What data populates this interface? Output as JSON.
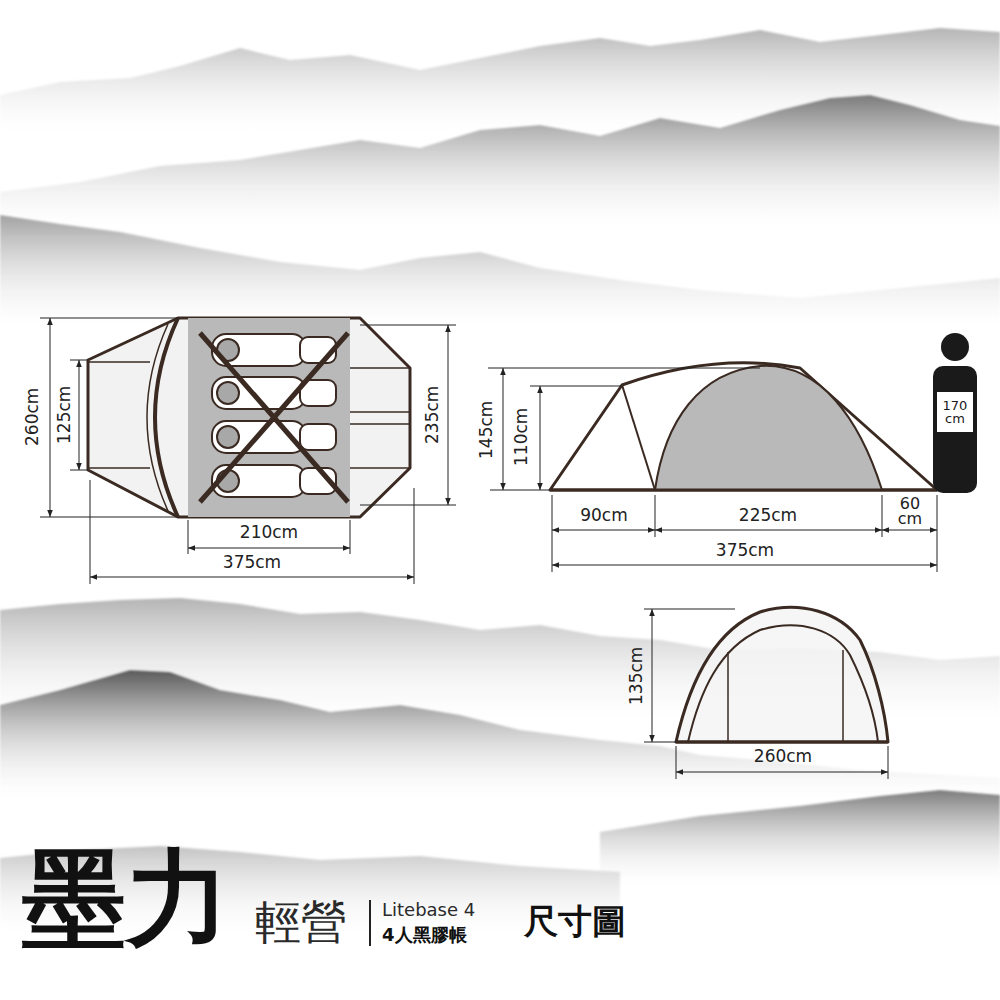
{
  "diagram": {
    "labels": [
      "260cm",
      "125cm",
      "235cm",
      "210cm",
      "375cm",
      "145cm",
      "110cm",
      "90cm",
      "225cm",
      "60 cm",
      "375cm",
      "170 cm",
      "135cm",
      "260cm",
      "墨力",
      "輕營",
      "Litebase 4",
      "4人黑膠帳",
      "尺寸圖"
    ]
  }
}
